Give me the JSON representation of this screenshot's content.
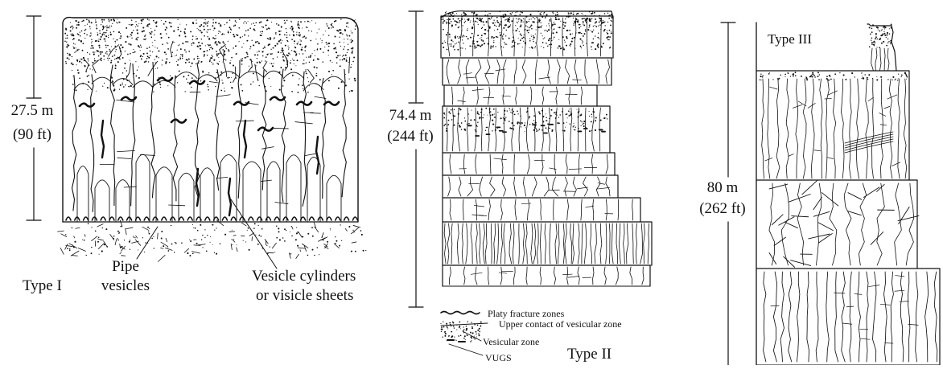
{
  "type_i": {
    "height_m": "27.5 m",
    "height_ft": "(90 ft)",
    "title": "Type I",
    "label_pipe_1": "Pipe",
    "label_pipe_2": "vesicles",
    "label_cyl_1": "Vesicle cylinders",
    "label_cyl_2": "or visicle sheets"
  },
  "type_ii": {
    "height_m": "74.4 m",
    "height_ft": "(244 ft)",
    "title": "Type II",
    "legend": {
      "platy": "Platy fracture zones",
      "upper_contact": "Upper contact of vesicular zone",
      "vesicular": "Vesicular zone",
      "vugs": "VUGS"
    }
  },
  "type_iii": {
    "height_m": "80 m",
    "height_ft": "(262 ft)",
    "title": "Type III"
  },
  "colors": {
    "ink": "#111111",
    "paper": "#ffffff"
  }
}
